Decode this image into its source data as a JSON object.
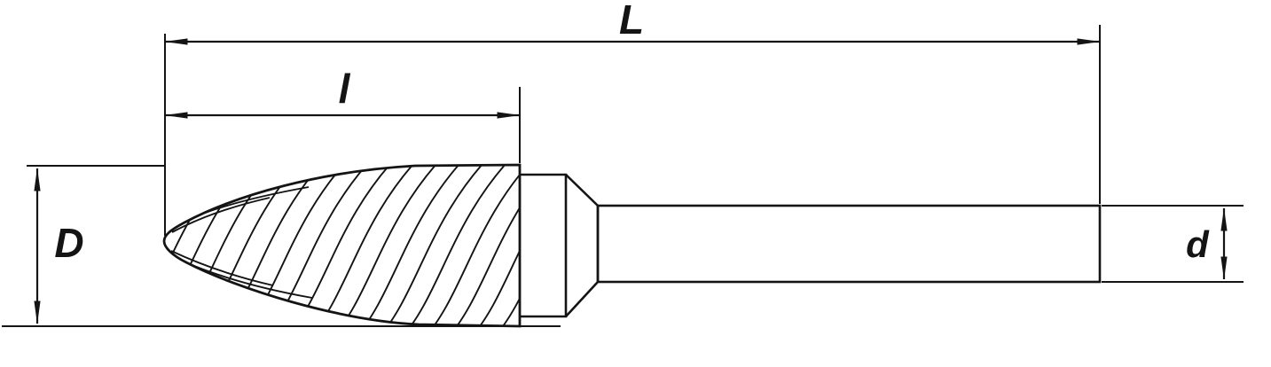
{
  "drawing": {
    "background": "#ffffff",
    "line_color": "#141414",
    "labels": {
      "overall_length": "L",
      "head_length": "l",
      "head_diameter": "D",
      "shank_diameter": "d"
    }
  }
}
